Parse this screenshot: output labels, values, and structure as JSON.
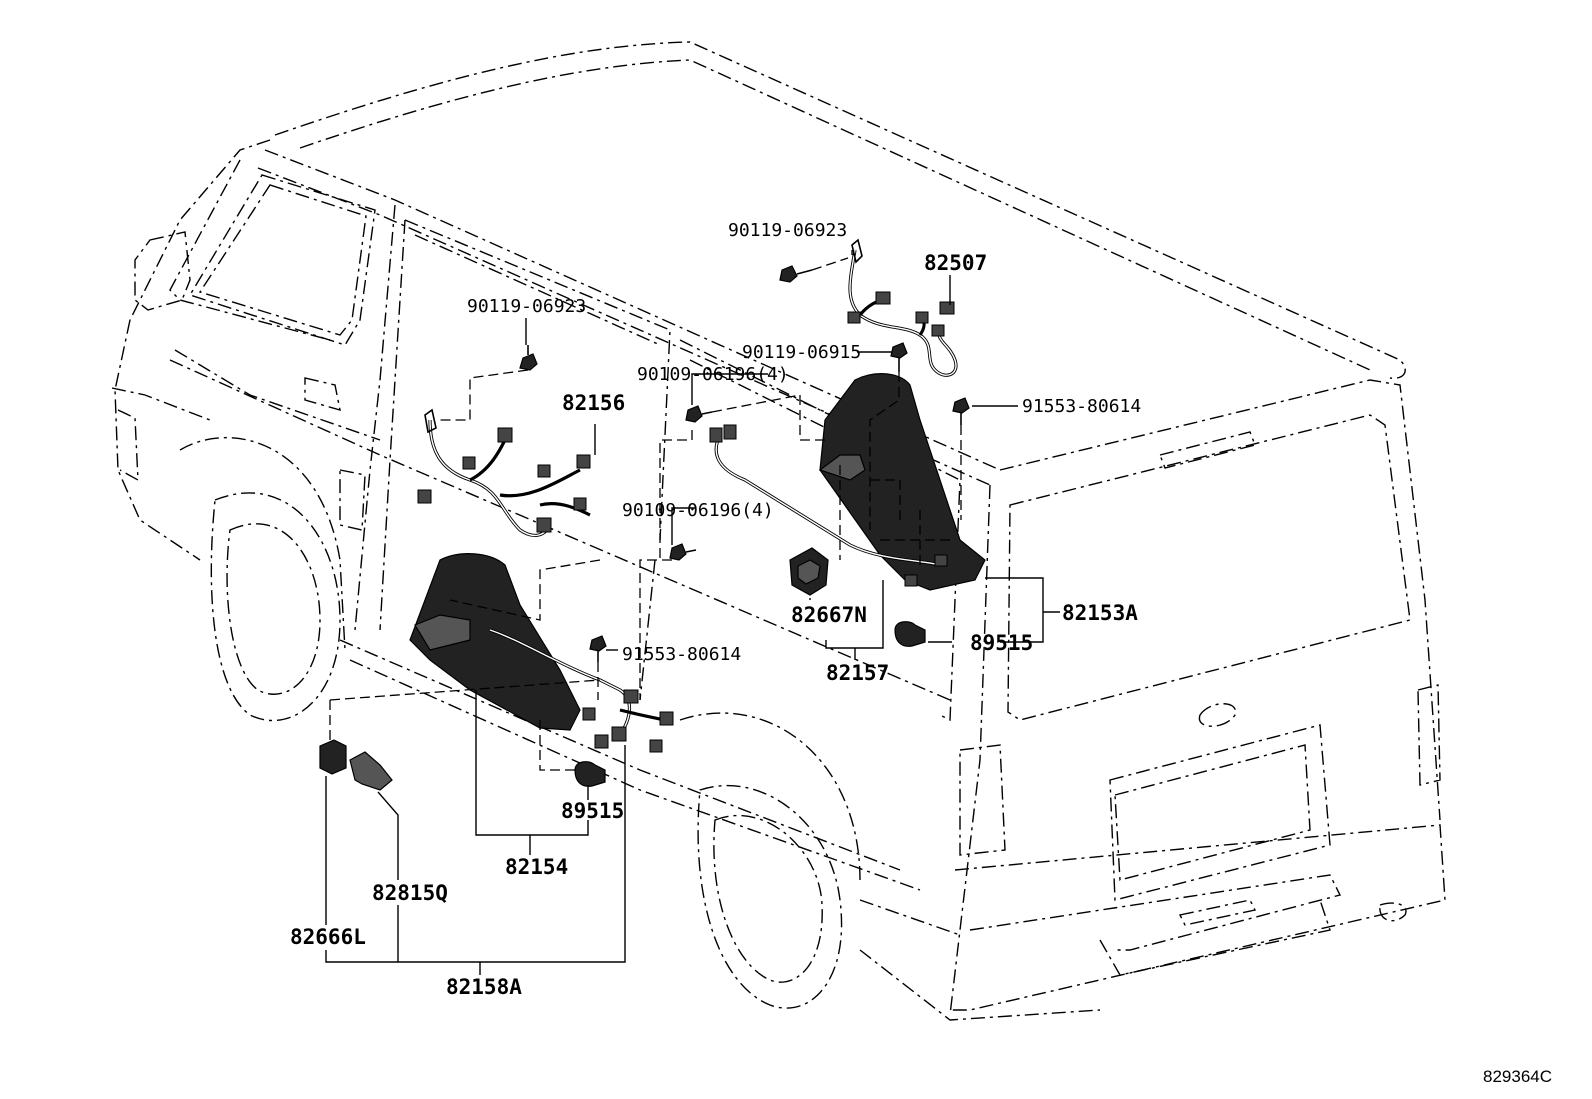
{
  "labels": {
    "p82507": "82507",
    "p90119_06923_top": "90119-06923",
    "p90119_06923_left": "90119-06923",
    "p90119_06915": "90119-06915",
    "p90109_06196_a": "90109-06196(4)",
    "p90109_06196_b": "90109-06196(4)",
    "p91553_80614_right": "91553-80614",
    "p91553_80614_left": "91553-80614",
    "p82156": "82156",
    "p82153A": "82153A",
    "p82667N": "82667N",
    "p89515_right": "89515",
    "p82157": "82157",
    "p89515_left": "89515",
    "p82154": "82154",
    "p82815Q": "82815Q",
    "p82666L": "82666L",
    "p82158A": "82158A"
  },
  "reference_code": "829364C",
  "icons": [
    "van-outline",
    "wire-harness",
    "bolt-icon",
    "connector-icon",
    "junction-block-icon"
  ]
}
